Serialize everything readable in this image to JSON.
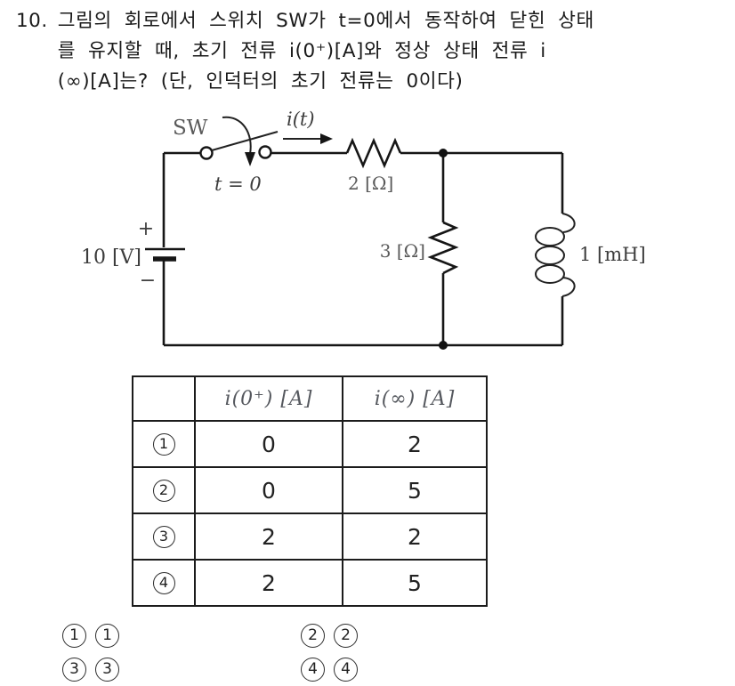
{
  "question": {
    "number": "10.",
    "lines": [
      "그림의 회로에서 스위치 SW가 t=0에서 동작하여 닫힌 상태",
      "를 유지할 때, 초기 전류 i(0⁺)[A]와 정상 상태 전류 i",
      "(∞)[A]는? (단, 인덕터의 초기 전류는 0이다)"
    ]
  },
  "circuit": {
    "switch_label": "SW",
    "time_label": "t = 0",
    "current_label": "i(t)",
    "series_resistor_label": "2 [Ω]",
    "shunt_resistor_label": "3 [Ω]",
    "inductor_label": "1 [mH]",
    "source_label": "10 [V]",
    "source_plus": "+",
    "source_minus": "−"
  },
  "table": {
    "headers": [
      "",
      "i(0⁺) [A]",
      "i(∞) [A]"
    ],
    "rows": [
      {
        "option": "1",
        "i0": "0",
        "iinf": "2"
      },
      {
        "option": "2",
        "i0": "0",
        "iinf": "5"
      },
      {
        "option": "3",
        "i0": "2",
        "iinf": "2"
      },
      {
        "option": "4",
        "i0": "2",
        "iinf": "5"
      }
    ]
  },
  "choices": [
    {
      "marker": "1",
      "value": "1"
    },
    {
      "marker": "2",
      "value": "2"
    },
    {
      "marker": "3",
      "value": "3"
    },
    {
      "marker": "4",
      "value": "4"
    }
  ]
}
